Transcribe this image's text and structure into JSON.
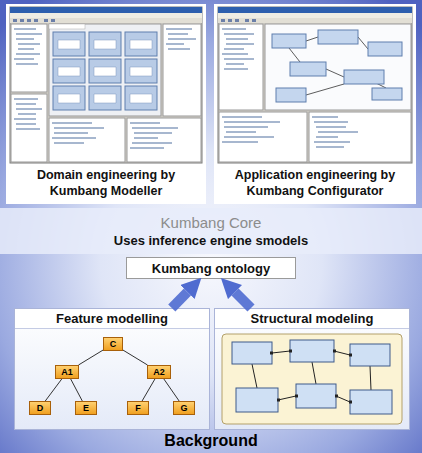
{
  "diagram": {
    "nodes": [
      {
        "text": [
          "Domain engineering by Kumbang Modeller"
        ]
      },
      {
        "text": [
          "Application engineering by Kumbang Configurator"
        ]
      },
      {
        "text": [
          "Kumbang Core",
          "Uses inference engine smodels"
        ]
      },
      {
        "text": [
          "Kumbang ontology"
        ]
      },
      {
        "text": [
          "Background"
        ]
      },
      {
        "text": [
          "Feature modelling"
        ],
        "in": 4
      },
      {
        "text": [
          "Structural modeling"
        ],
        "in": 4
      },
      {
        "text": [
          "C"
        ],
        "in": 5
      },
      {
        "text": [
          "A1"
        ],
        "in": 5
      },
      {
        "text": [
          "A2"
        ],
        "in": 5
      },
      {
        "text": [
          "D"
        ],
        "in": 5
      },
      {
        "text": [
          "E"
        ],
        "in": 5
      },
      {
        "text": [
          "F"
        ],
        "in": 5
      },
      {
        "text": [
          "G"
        ],
        "in": 5
      }
    ],
    "edges": [
      {
        "from": 5,
        "to": 3,
        "arrow": "to"
      },
      {
        "from": 6,
        "to": 3,
        "arrow": "to"
      },
      {
        "from": 7,
        "to": 8,
        "arrow": "none"
      },
      {
        "from": 7,
        "to": 9,
        "arrow": "none"
      },
      {
        "from": 8,
        "to": 10,
        "arrow": "none"
      },
      {
        "from": 8,
        "to": 11,
        "arrow": "none"
      },
      {
        "from": 9,
        "to": 12,
        "arrow": "none"
      },
      {
        "from": 9,
        "to": 13,
        "arrow": "none"
      }
    ]
  }
}
